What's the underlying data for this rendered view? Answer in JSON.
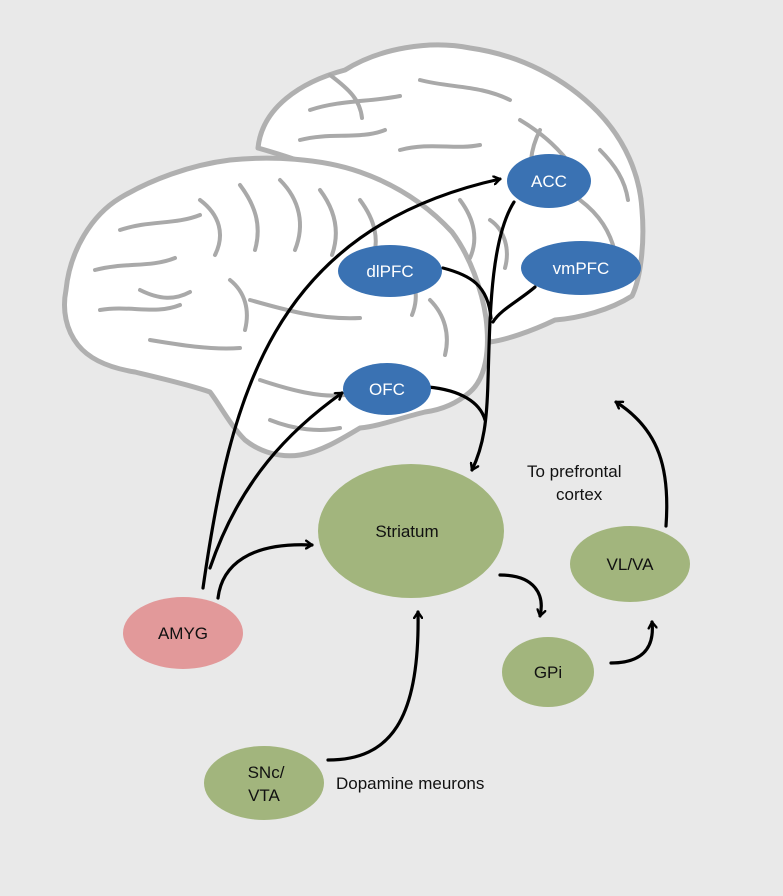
{
  "colors": {
    "background": "#e9e9e9",
    "prefrontal_node": "#3a72b3",
    "subcortical_node": "#a2b57d",
    "amygdala_node": "#e2999a",
    "brain_fill": "#ffffff",
    "brain_outline": "#b0b0b0",
    "arrow": "#000000"
  },
  "nodes": {
    "acc": "ACC",
    "dlpfc": "dlPFC",
    "vmpfc": "vmPFC",
    "ofc": "OFC",
    "striatum": "Striatum",
    "amyg": "AMYG",
    "gpi": "GPi",
    "vlva": "VL/VA",
    "snc_line1": "SNc/",
    "snc_line2": "VTA"
  },
  "annotations": {
    "prefrontal_line1": "To prefrontal",
    "prefrontal_line2": "cortex",
    "dopamine": "Dopamine meurons"
  }
}
